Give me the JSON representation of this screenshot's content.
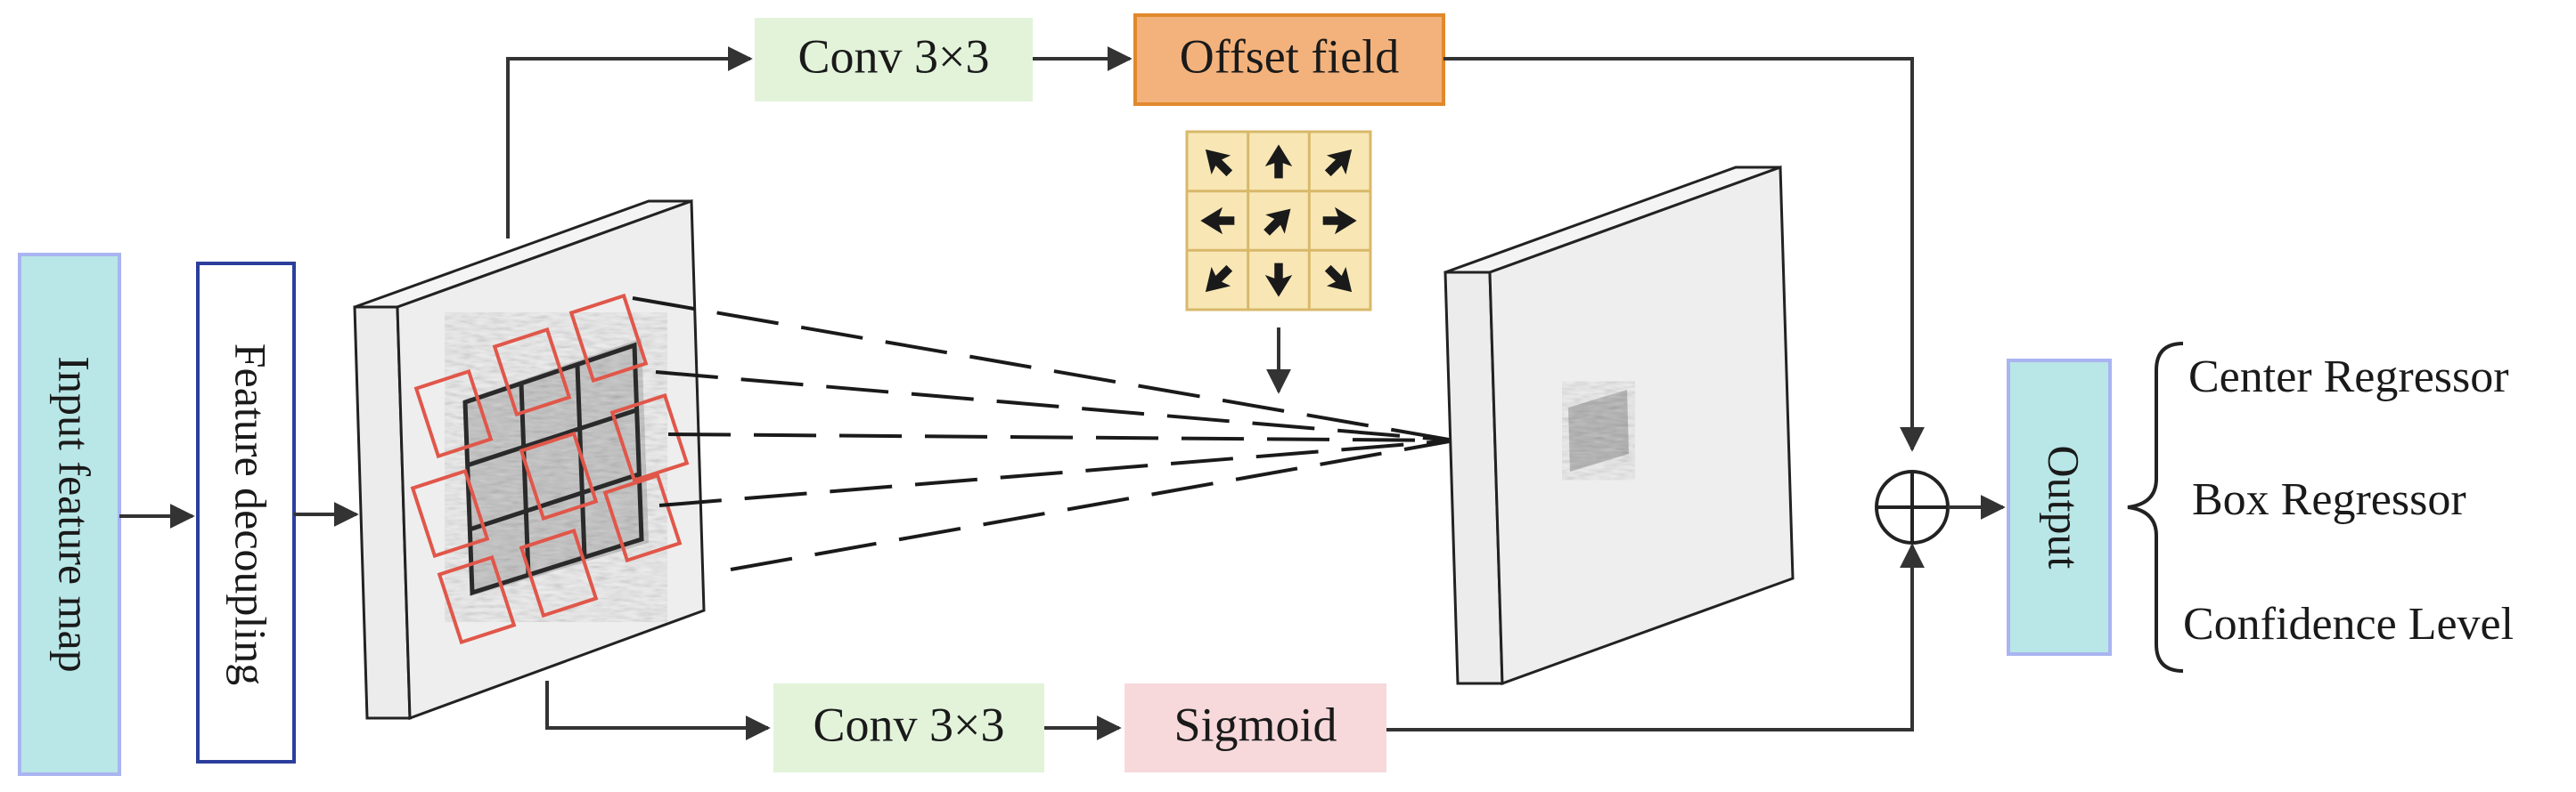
{
  "input_block": {
    "label": "Input feature map",
    "fill": "#b9e6e6",
    "border": "#a9b4f0"
  },
  "decoupling_block": {
    "label": "Feature decoupling",
    "border": "#2c3e9c"
  },
  "conv_top": {
    "label": "Conv 3×3",
    "fill": "#e2f3da"
  },
  "offset_field": {
    "label": "Offset field",
    "fill": "#f3b27c",
    "border": "#e0892c"
  },
  "conv_bottom": {
    "label": "Conv 3×3",
    "fill": "#e2f3da"
  },
  "sigmoid": {
    "label": "Sigmoid",
    "fill": "#f7d9db"
  },
  "output_block": {
    "label": "Output",
    "fill": "#b9e6e6",
    "border": "#a9b4f0"
  },
  "outputs": [
    "Center Regressor",
    "Box Regressor",
    "Confidence Level"
  ],
  "offset_grid": {
    "fill": "#f8e7b5",
    "border": "#d8b86a",
    "arrows": [
      "up-left",
      "up",
      "up-right",
      "left",
      "up-right",
      "right",
      "down-left",
      "down",
      "down-right"
    ]
  },
  "colors": {
    "sampling_box": "#e0574a",
    "line": "#3a3a3a"
  },
  "icons": [
    "arrow-icon",
    "sum-icon",
    "brace-icon",
    "feature-map-icon"
  ]
}
